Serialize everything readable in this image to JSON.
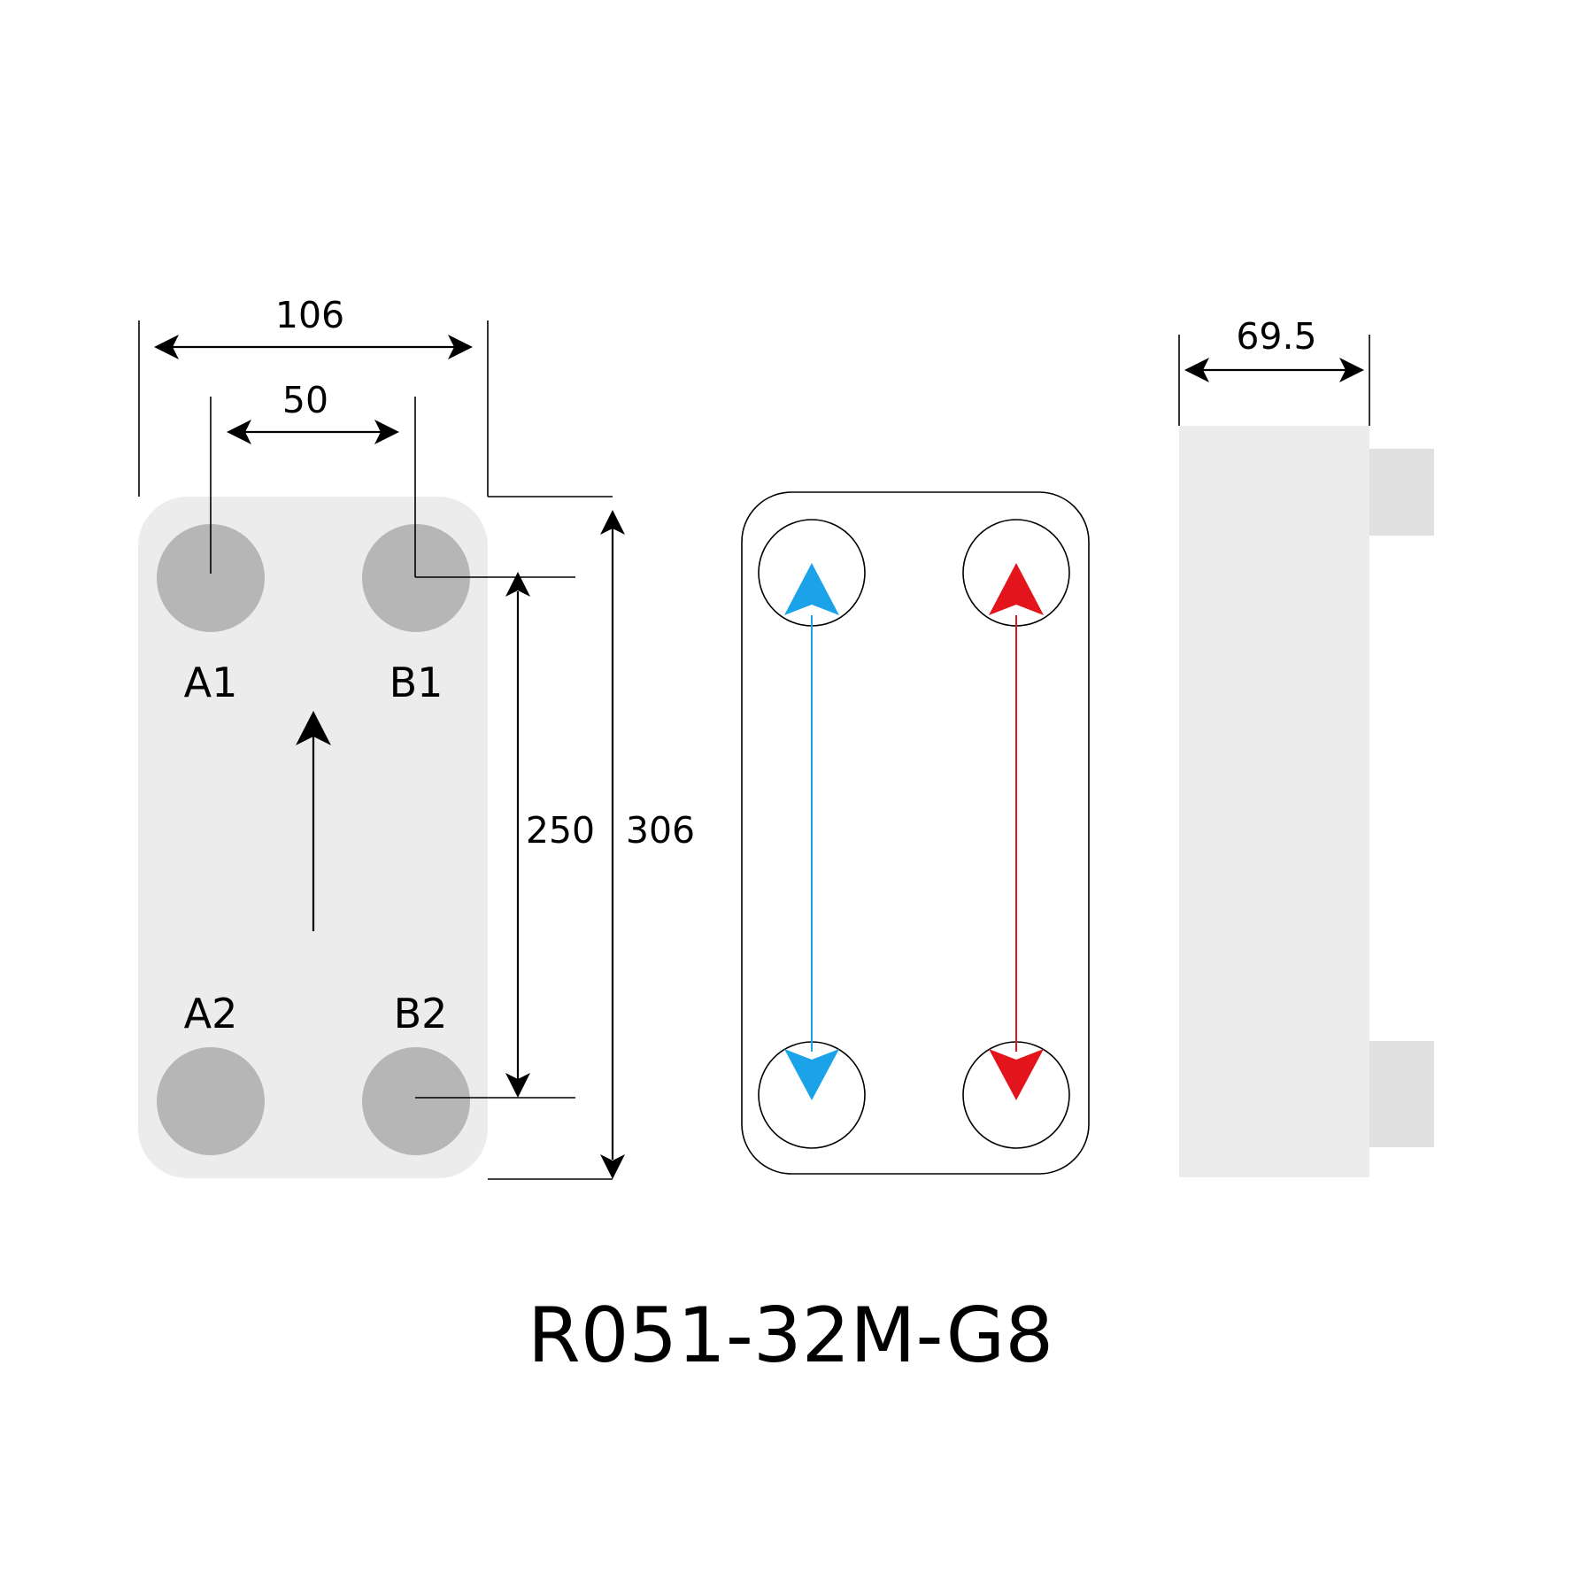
{
  "model": "R051-32M-G8",
  "dimensions": {
    "width_overall": "106",
    "port_spacing_horizontal": "50",
    "port_spacing_vertical": "250",
    "height_overall": "306",
    "depth": "69.5"
  },
  "ports": {
    "a1": "A1",
    "b1": "B1",
    "a2": "A2",
    "b2": "B2"
  },
  "colors": {
    "plate_fill": "#ececec",
    "port_fill": "#b6b6b6",
    "side_body_fill": "#ececec",
    "side_connector_fill": "#e0e0e0",
    "cold_flow": "#1aa3e8",
    "hot_flow": "#e3141b",
    "line": "#000000"
  },
  "icons": {
    "flow_direction": "arrow-up-icon",
    "cold_circuit": "blue-double-arrow-icon",
    "hot_circuit": "red-double-arrow-icon"
  }
}
